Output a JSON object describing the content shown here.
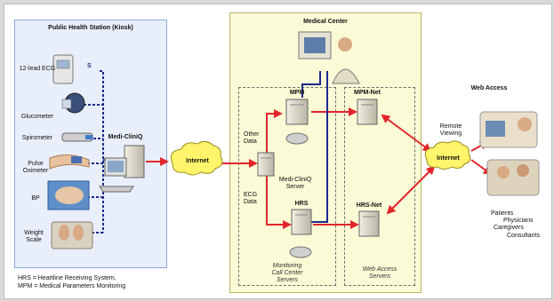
{
  "kiosk": {
    "title": "Public Health Station (Kiosk)",
    "devices": [
      "12-lead ECG",
      "Glucometer",
      "Spirometer",
      "Pulse Oximeter",
      "BP",
      "Weight Scale"
    ],
    "hub_label": "Medi-CliniQ"
  },
  "legend": {
    "line1": "HRS = Heartline Receiving System,",
    "line2": "MPM = Medical Parameters Monitoring"
  },
  "internet_left": "Internet",
  "medical_center": {
    "title": "Medical Center",
    "other_data": [
      "Other",
      "Data"
    ],
    "ecg_data": [
      "ECG",
      "Data"
    ],
    "server_label": [
      "Medi-CliniQ",
      "Server"
    ],
    "mpm": "MPM",
    "hrs": "HRS",
    "mpm_net": "MPM-Net",
    "hrs_net": "HRS-Net",
    "monitoring_caption": [
      "Monitoring",
      "Call Center",
      "Servers"
    ],
    "webaccess_caption": [
      "Web Access",
      "Servers"
    ]
  },
  "web_access": {
    "title": "Web Access",
    "remote_viewing": [
      "Remote",
      "Viewing"
    ],
    "internet_right": "Internet",
    "users": [
      "Patients",
      "Physicians",
      "Caregivers",
      "Consultants"
    ]
  },
  "colors": {
    "red_link": "#e0262b",
    "blue_link": "#1c2a8c",
    "cloud": "#fff46a",
    "kiosk_bg": "#e9effa",
    "medical_bg": "#fafad6"
  }
}
